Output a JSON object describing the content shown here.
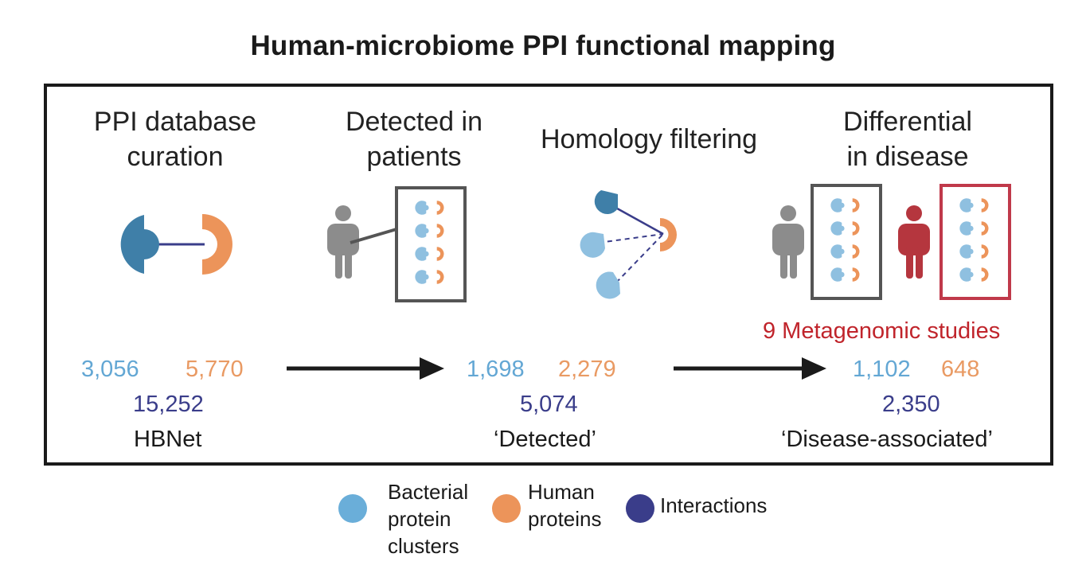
{
  "title": "Human-microbiome PPI functional mapping",
  "stages": [
    {
      "title_lines": [
        "PPI database",
        "curation"
      ]
    },
    {
      "title_lines": [
        "Detected in",
        "patients"
      ]
    },
    {
      "title_lines": [
        "Homology filtering"
      ]
    },
    {
      "title_lines": [
        "Differential",
        "in disease"
      ]
    }
  ],
  "studies_label": "9 Metagenomic studies",
  "counts": [
    {
      "bacterial": "3,056",
      "human": "5,770",
      "interactions": "15,252",
      "label": "HBNet"
    },
    {
      "bacterial": "1,698",
      "human": "2,279",
      "interactions": "5,074",
      "label": "‘Detected’"
    },
    {
      "bacterial": "1,102",
      "human": "648",
      "interactions": "2,350",
      "label": "‘Disease-associated’"
    }
  ],
  "legend": [
    {
      "label_lines": [
        "Bacterial",
        "protein",
        "clusters"
      ],
      "color": "#6aaed9"
    },
    {
      "label_lines": [
        "Human",
        "proteins"
      ],
      "color": "#ec945a"
    },
    {
      "label_lines": [
        "Interactions"
      ],
      "color": "#3a3d8a"
    }
  ],
  "colors": {
    "bacterial_light": "#8fc0e0",
    "bacterial_dark": "#3f7fa8",
    "human": "#ec945a",
    "interaction": "#3a3d8a",
    "healthy_person": "#8c8c8c",
    "patient_person": "#b5363e",
    "box_gray": "#555555",
    "box_red": "#c0394a",
    "arrow": "#1a1a1a"
  }
}
